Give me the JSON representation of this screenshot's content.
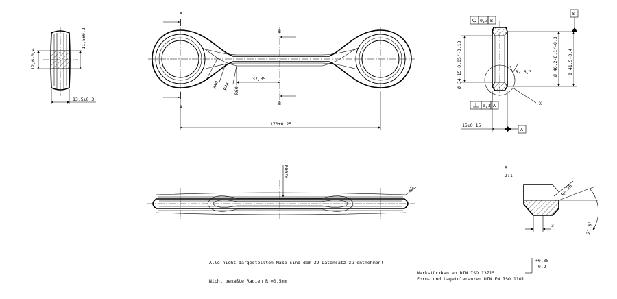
{
  "section_labels": {
    "a_top": "A",
    "a_bottom": "A",
    "b_top": "B",
    "b_bottom": "B",
    "detail": "X",
    "detail_scale": "2:1"
  },
  "side_view": {
    "dim_height": "12,6-0,4",
    "dim_hub": "11,5±0,3",
    "dim_width": "13,5±0,3"
  },
  "front_view": {
    "dim_r40": "R40",
    "dim_r44": "R44",
    "dim_r60": "R60",
    "dim_offset": "37,35",
    "dim_length": "170±0,25"
  },
  "section_view": {
    "datum_b": "B",
    "datum_a": "A",
    "flatness_tol": "0,3",
    "flatness_ref": "B",
    "perp_tol": "0,3",
    "perp_ref": "A",
    "dim_bore": "Ø 34,15+0,05/-0,10",
    "dim_outer": "Ø 46,2-0,1/-0,3",
    "dim_outer2": "Ø 41,5-0,4",
    "roughness": "Rz 6,3",
    "detail_ref": "X",
    "dim_width": "15±0,15"
  },
  "bottom_view": {
    "dim_r3000": "R3000",
    "dim_r2": "R2"
  },
  "detail_view": {
    "dim_r": "R0,25",
    "dim_angle": "21,5°",
    "dim_depth": "3"
  },
  "notes": {
    "note_3d": "Alle nicht dargestellten Maße sind dem 3D-Datensatz zu entnehmen!",
    "note_radii": "Nicht bemaßte Radien R =0,5mm",
    "standard_edges": "Werkstückkanten DIN ISO 13715",
    "standard_tol": "Form- und Lagetoleranzen DIN EN ISO 1101",
    "edge_upper": "+0,05",
    "edge_lower": "-0,2"
  }
}
